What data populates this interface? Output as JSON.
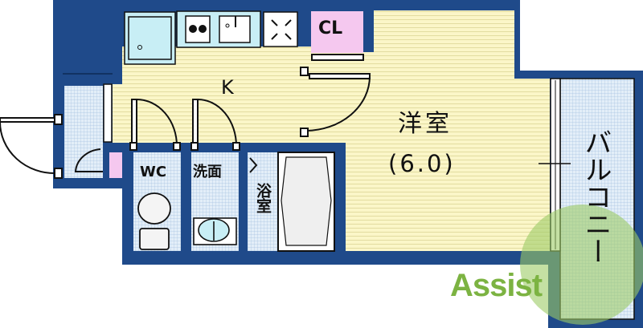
{
  "rooms": {
    "kitchen": {
      "label": "K"
    },
    "closet": {
      "label": "CL"
    },
    "western_room": {
      "label": "洋室",
      "size": "(6.0)"
    },
    "toilet": {
      "label": "WC"
    },
    "washroom": {
      "label": "洗面"
    },
    "bathroom": {
      "label": "浴室"
    },
    "balcony": {
      "label": "バルコニー"
    }
  },
  "watermark": {
    "text": "Assist"
  },
  "colors": {
    "wall": "#1f4a8a",
    "floor": "#fbf6c8",
    "tile": "#dbe8f5",
    "closet": "#f5c8ef",
    "fixture": "#c8eef5",
    "watermark": "#9ccc65"
  }
}
